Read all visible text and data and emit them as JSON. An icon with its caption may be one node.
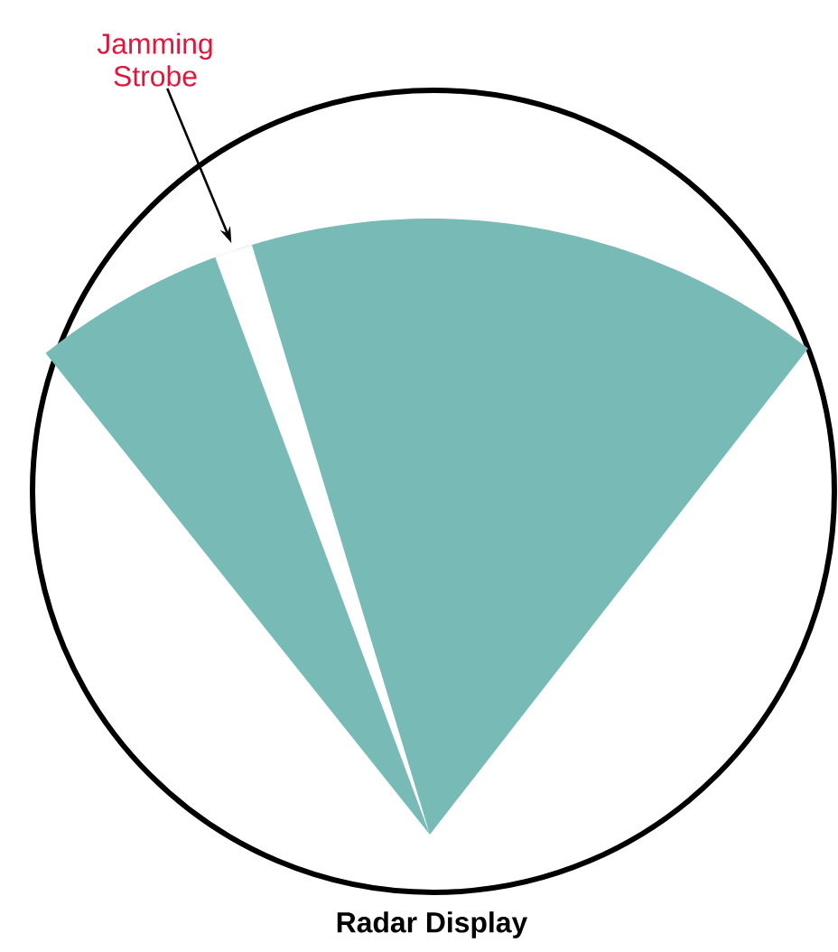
{
  "diagram": {
    "caption": "Radar Display",
    "nodes": [
      {
        "text": [
          "Jamming Strobe"
        ]
      },
      {
        "text": [],
        "shape": "wedge"
      }
    ],
    "edges": [
      {
        "from": 0,
        "to": 1,
        "arrow": "to"
      }
    ]
  }
}
